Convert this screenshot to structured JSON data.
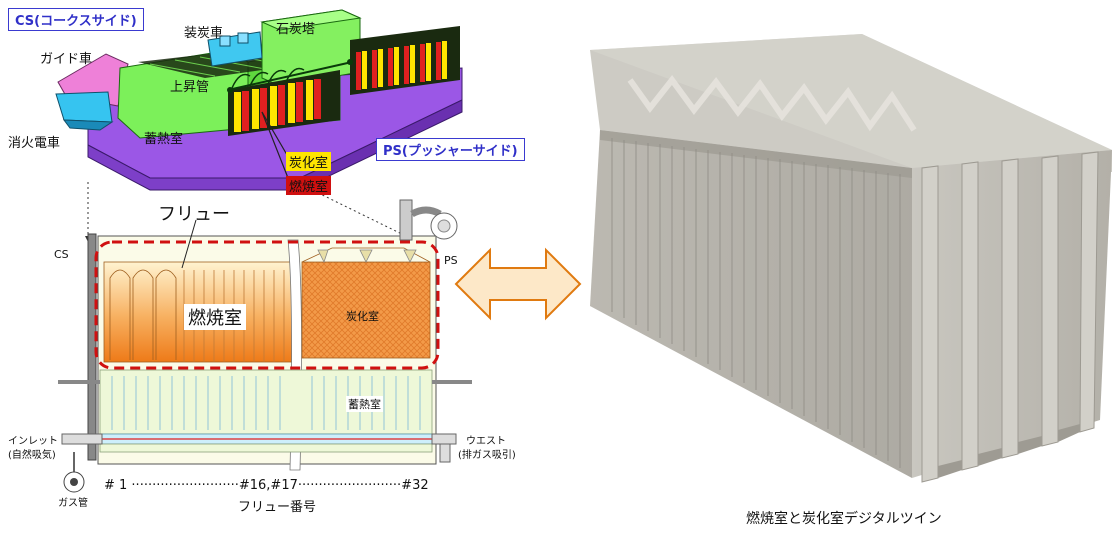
{
  "labels": {
    "cs_side": "CS(コークスサイド)",
    "ps_side": "PS(プッシャーサイド)",
    "guide_car": "ガイド車",
    "charging_car": "装炭車",
    "coal_tower": "石炭塔",
    "ascension_pipe": "上昇管",
    "quench_car": "消火電車",
    "regenerator": "蓄熱室",
    "carbonization_chamber": "炭化室",
    "combustion_chamber": "燃焼室"
  },
  "section": {
    "flue": "フリュー",
    "cs": "CS",
    "ps": "PS",
    "combustion_chamber": "燃焼室",
    "carbonization_chamber": "炭化室",
    "regenerator": "蓄熱室",
    "inlet": "インレット",
    "inlet_sub": "(自然吸気)",
    "waste": "ウエスト",
    "waste_sub": "(排ガス吸引)",
    "gas_pipe": "ガス管",
    "flue_numbers": "# 1 ··························#16,#17·························#32",
    "flue_number_caption": "フリュー番号"
  },
  "twin_caption": "燃焼室と炭化室デジタルツイン",
  "colors": {
    "cs_box": "#3a3ad0",
    "oven_green": "#6ee84a",
    "platform_purple": "#9b57e6",
    "flue_orange": "#f08a28",
    "carbonization_highlight": "#ffe500",
    "combustion_highlight": "#d01010",
    "dashed_outline": "#d01010",
    "arrow_fill": "#fde8c8",
    "arrow_stroke": "#e07a10",
    "twin_gray": "#bfbcb4"
  }
}
